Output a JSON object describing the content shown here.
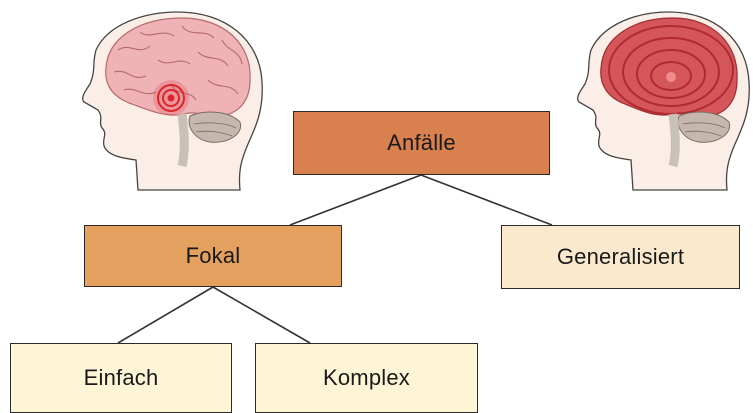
{
  "diagram": {
    "root": {
      "label": "Anfälle",
      "color": "#d9804f"
    },
    "branches": [
      {
        "label": "Fokal",
        "color": "#e4a05e",
        "children": [
          {
            "label": "Einfach",
            "color": "#fdf5d6"
          },
          {
            "label": "Komplex",
            "color": "#fdf5d6"
          }
        ]
      },
      {
        "label": "Generalisiert",
        "color": "#fbe9cd"
      }
    ],
    "illustrations": [
      {
        "name": "focal-seizure-brain-head",
        "depicts": "side profile head with brain, small localized red focus"
      },
      {
        "name": "generalized-seizure-brain-head",
        "depicts": "side profile head with brain entirely covered in red concentric rings"
      }
    ]
  }
}
